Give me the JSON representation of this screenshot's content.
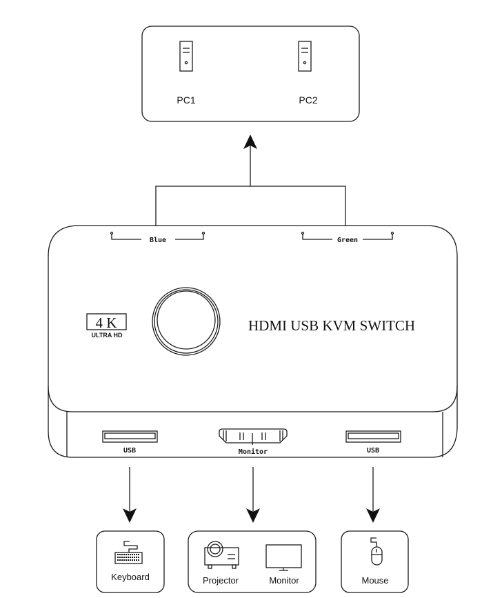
{
  "pcs": {
    "pc1": "PC1",
    "pc2": "PC2"
  },
  "switch": {
    "led_left": "Blue",
    "led_right": "Green",
    "badge_main": "4 K",
    "badge_sub": "ULTRA HD",
    "title": "HDMI USB KVM SWITCH",
    "port_left": "USB",
    "port_center": "Monitor",
    "port_right": "USB"
  },
  "devices": {
    "keyboard": "Keyboard",
    "projector": "Projector",
    "monitor": "Monitor",
    "mouse": "Mouse"
  }
}
